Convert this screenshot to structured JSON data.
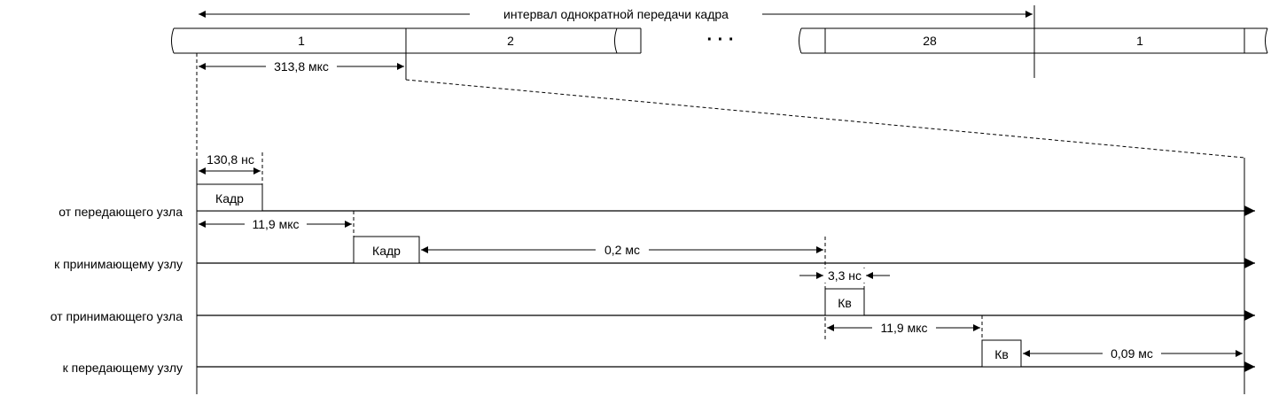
{
  "top_axis": {
    "interval_label": "интервал однократной передачи кадра",
    "slots": [
      "1",
      "2",
      "28",
      "1"
    ],
    "ellipsis": "· · ·",
    "slot_duration": "313,8 мкс"
  },
  "detail": {
    "frame_duration": "130,8 нс",
    "lanes": [
      "от передающего узла",
      "к принимающему узлу",
      "от принимающего узла",
      "к передающему узлу"
    ],
    "blocks": {
      "frame_tx": "Кадр",
      "frame_rx": "Кадр",
      "ack_tx": "Кв",
      "ack_rx": "Кв"
    },
    "measures": {
      "propagation_1": "11,9 мкс",
      "processing_1": "0,2 мс",
      "ack_duration": "3,3 нс",
      "propagation_2": "11,9 мкс",
      "processing_2": "0,09 мс"
    }
  }
}
